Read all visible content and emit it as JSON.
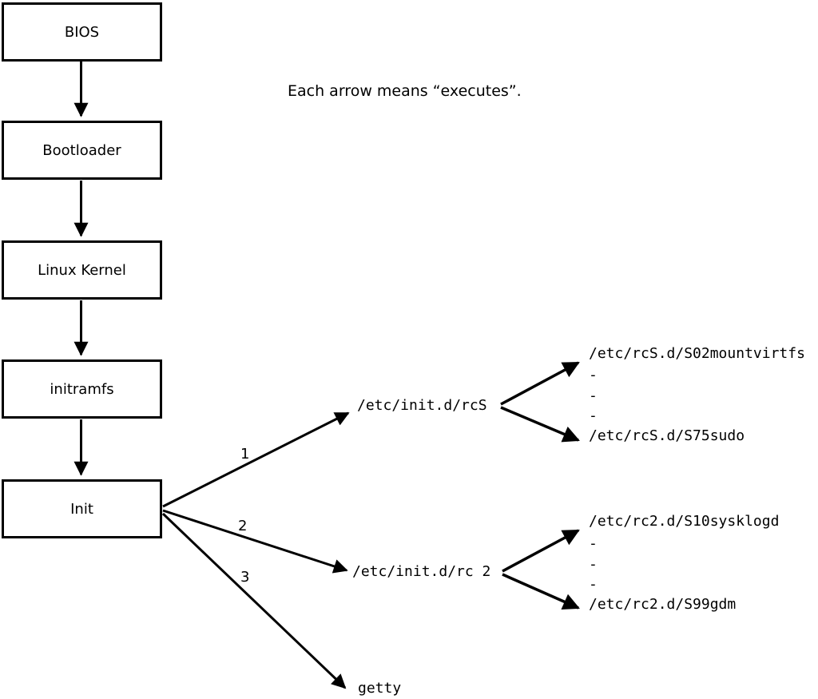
{
  "note": "Each arrow means “executes”.",
  "boot_chain": {
    "nodes": [
      "BIOS",
      "Bootloader",
      "Linux Kernel",
      "initramfs",
      "Init"
    ]
  },
  "init_branches": {
    "labels": [
      "1",
      "2",
      "3"
    ],
    "targets": [
      "/etc/init.d/rcS",
      "/etc/init.d/rc 2",
      "getty"
    ]
  },
  "rcS_dir": {
    "first": "/etc/rcS.d/S02mountvirtfs",
    "dashes": [
      "-",
      "-",
      "-"
    ],
    "last": "/etc/rcS.d/S75sudo"
  },
  "rc2_dir": {
    "first": "/etc/rc2.d/S10sysklogd",
    "dashes": [
      "-",
      "-",
      "-"
    ],
    "last": "/etc/rc2.d/S99gdm"
  },
  "colors": {
    "line": "#000000",
    "background": "#ffffff"
  }
}
